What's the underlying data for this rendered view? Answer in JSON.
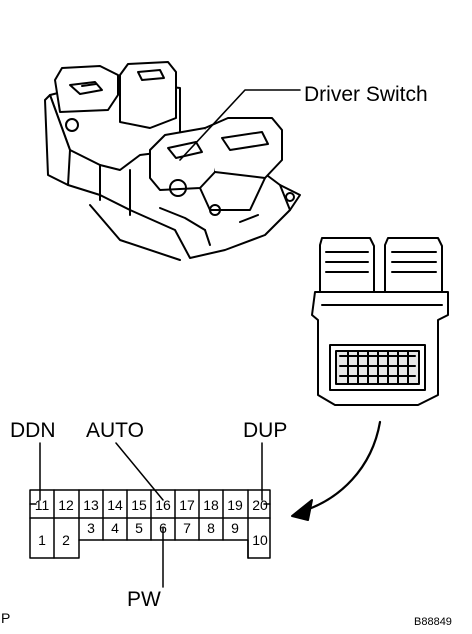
{
  "labels": {
    "driver_switch": "Driver Switch",
    "ddn": "DDN",
    "auto": "AUTO",
    "dup": "DUP",
    "pw": "PW",
    "corner": "P",
    "figure_code": "B88849"
  },
  "connector": {
    "upper_row": [
      "11",
      "12",
      "13",
      "14",
      "15",
      "16",
      "17",
      "18",
      "19",
      "20"
    ],
    "lower_left": [
      "1",
      "2"
    ],
    "lower_middle": [
      "3",
      "4",
      "5",
      "6",
      "7",
      "8",
      "9"
    ],
    "lower_right": [
      "10"
    ]
  },
  "colors": {
    "line": "#000000",
    "fill": "#ffffff",
    "shade": "#e8e8e8"
  }
}
